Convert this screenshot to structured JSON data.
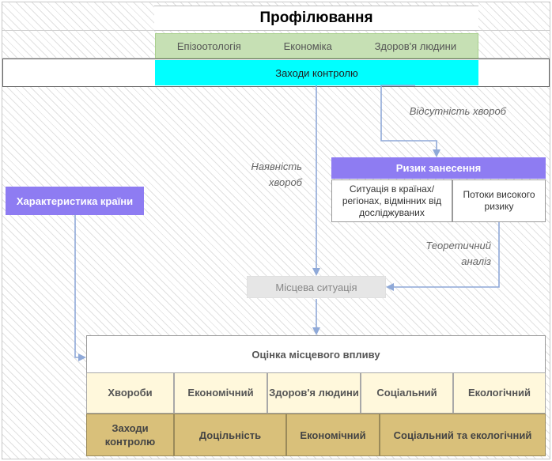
{
  "title": "Профілювання",
  "categories": [
    "Епізоотологія",
    "Економіка",
    "Здоров'я людини"
  ],
  "control_measures": "Заходи контролю",
  "labels": {
    "absence": "Відсутність хвороб",
    "presence_line1": "Наявність",
    "presence_line2": "хвороб",
    "theoretical_line1": "Теоретичний",
    "theoretical_line2": "аналіз"
  },
  "risk": {
    "header": "Ризик занесення",
    "cell1": "Ситуація в країнах/ регіонах, відмінних від досліджуваних",
    "cell2": "Потоки високого ризику"
  },
  "country_characteristics": "Характеристика країни",
  "local_situation": "Місцева ситуація",
  "assessment": {
    "title": "Оцінка місцевого впливу",
    "row1": [
      "Хвороби",
      "Економічний",
      "Здоров'я людини",
      "Соціальний",
      "Екологічний"
    ],
    "row2": [
      "Заходи контролю",
      "Доцільність",
      "Економічний",
      "Соціальний та екологічний"
    ]
  },
  "colors": {
    "purple": "#8e7cf2",
    "green": "#c6e0b4",
    "cyan": "#00ffff",
    "cream": "#fff8dc",
    "tan": "#d9c07a",
    "arrow": "#8fa9d8"
  }
}
